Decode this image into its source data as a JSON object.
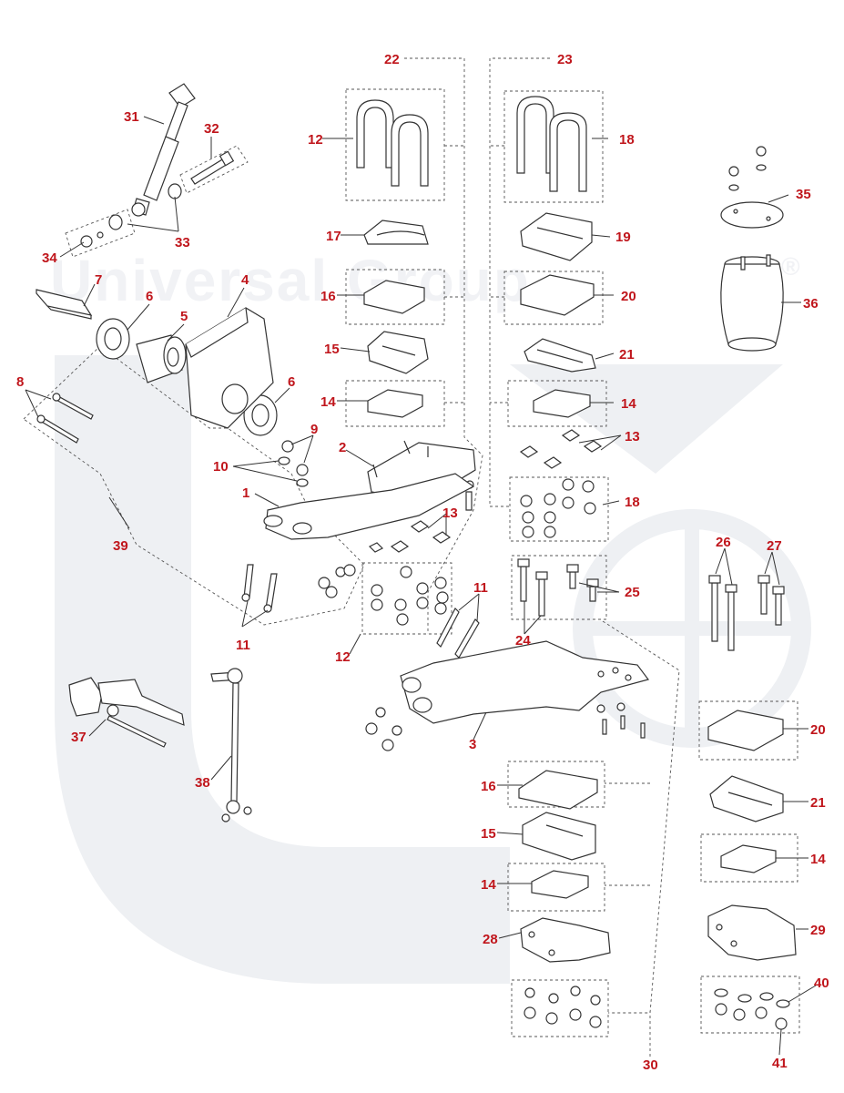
{
  "watermark": {
    "text": "Universal Group",
    "mark": "®"
  },
  "callouts": {
    "c1": "1",
    "c2": "2",
    "c3": "3",
    "c4": "4",
    "c5": "5",
    "c6a": "6",
    "c6b": "6",
    "c7": "7",
    "c8": "8",
    "c9": "9",
    "c10": "10",
    "c11a": "11",
    "c11b": "11",
    "c12a": "12",
    "c12b": "12",
    "c13a": "13",
    "c13b": "13",
    "c14a": "14",
    "c14b": "14",
    "c14c": "14",
    "c14d": "14",
    "c15a": "15",
    "c15b": "15",
    "c16a": "16",
    "c16b": "16",
    "c17": "17",
    "c18a": "18",
    "c18b": "18",
    "c19": "19",
    "c20a": "20",
    "c20b": "20",
    "c21a": "21",
    "c21b": "21",
    "c22": "22",
    "c23": "23",
    "c24": "24",
    "c25": "25",
    "c26": "26",
    "c27": "27",
    "c28": "28",
    "c29": "29",
    "c30": "30",
    "c31": "31",
    "c32": "32",
    "c33": "33",
    "c34": "34",
    "c35": "35",
    "c36": "36",
    "c37": "37",
    "c38": "38",
    "c39": "39",
    "c40": "40",
    "c41": "41"
  },
  "colors": {
    "callout": "#c0161c",
    "line": "#333333",
    "watermark": "#eef0f3"
  }
}
